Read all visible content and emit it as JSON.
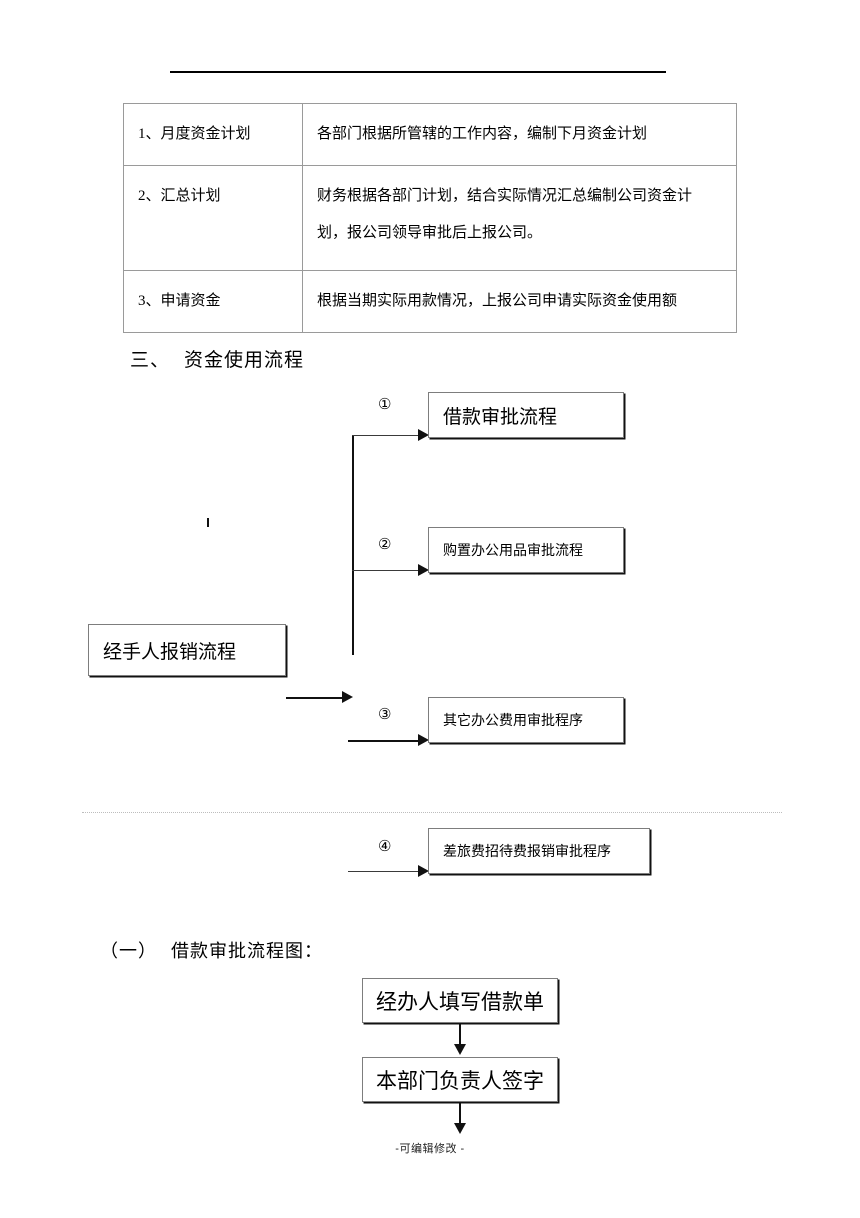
{
  "document": {
    "footer_note": "-可编辑修改 -"
  },
  "table": {
    "rows": [
      {
        "label": "1、月度资金计划",
        "content": "各部门根据所管辖的工作内容，编制下月资金计划"
      },
      {
        "label": "2、汇总计划",
        "content": "财务根据各部门计划，结合实际情况汇总编制公司资金计\n划，报公司领导审批后上报公司。"
      },
      {
        "label": "3、申请资金",
        "content": "根据当期实际用款情况，上报公司申请实际资金使用额"
      }
    ]
  },
  "section_funds_flow": {
    "number": "三、",
    "title": "资金使用流程",
    "source_box": "经手人报销流程",
    "branches": [
      {
        "marker": "①",
        "label": "借款审批流程"
      },
      {
        "marker": "②",
        "label": "购置办公用品审批流程"
      },
      {
        "marker": "③",
        "label": "其它办公费用审批程序"
      },
      {
        "marker": "④",
        "label": "差旅费招待费报销审批程序"
      }
    ]
  },
  "section_loan_chart": {
    "number": "（一）",
    "title": "借款审批流程图：",
    "steps": [
      {
        "label": "经办人填写借款单"
      },
      {
        "label": "本部门负责人签字"
      }
    ]
  }
}
